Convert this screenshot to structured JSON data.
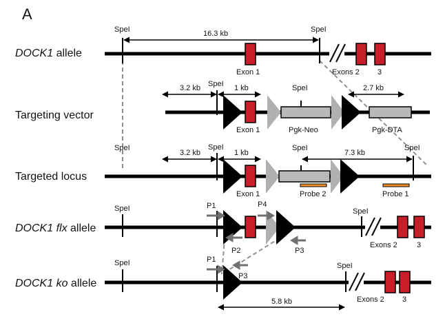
{
  "panel_label": "A",
  "rows": [
    {
      "label_italic": "DOCK1",
      "label_rest": " allele"
    },
    {
      "label_italic": "",
      "label_rest": "Targeting vector"
    },
    {
      "label_italic": "",
      "label_rest": "Targeted locus"
    },
    {
      "label_italic": "DOCK1 flx",
      "label_rest": " allele"
    },
    {
      "label_italic": "DOCK1 ko",
      "label_rest": " allele"
    }
  ],
  "labels": {
    "spel": "SpeI",
    "kb_16_3": "16.3 kb",
    "kb_3_2": "3.2 kb",
    "kb_1": "1 kb",
    "kb_2_7": "2.7 kb",
    "kb_7_3": "7.3 kb",
    "kb_5_8": "5.8 kb",
    "exon1": "Exon 1",
    "exons2": "Exons 2",
    "exon3": "3",
    "pgk_neo": "Pgk-Neo",
    "pgk_dta": "Pgk-DTA",
    "probe2": "Probe 2",
    "probe1": "Probe 1",
    "p1": "P1",
    "p2": "P2",
    "p3": "P3",
    "p4": "P4"
  },
  "colors": {
    "exon": "#c81e2a",
    "cassette": "#b8b8b8",
    "probe": "#f0922c",
    "loxp": "#000000",
    "frt": "#b0b0b0",
    "primer": "#707070",
    "dashed": "#909090"
  }
}
